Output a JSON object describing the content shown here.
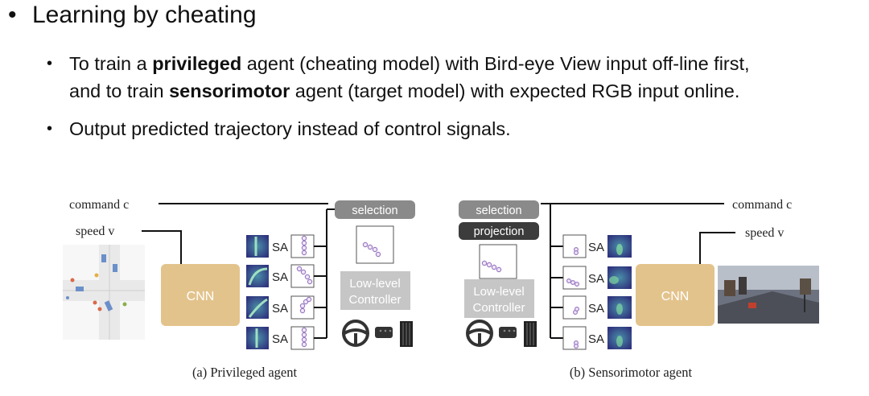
{
  "bullets": {
    "main": "Learning by cheating",
    "sub1": {
      "pre": "To train a ",
      "bold1": "privileged",
      "mid1": " agent (cheating model) with Bird-eye View input off-line first,",
      "line2_pre": "and to train ",
      "bold2": "sensorimotor",
      "line2_post": " agent (target model) with expected RGB input online."
    },
    "sub2": "Output predicted trajectory instead of control signals."
  },
  "diagram": {
    "left": {
      "command": "command c",
      "speed": "speed v",
      "cnn": "CNN",
      "sa": [
        "SA",
        "SA",
        "SA",
        "SA"
      ],
      "selection": "selection",
      "controller_line1": "Low-level",
      "controller_line2": "Controller",
      "caption": "(a) Privileged agent"
    },
    "right": {
      "command": "command c",
      "speed": "speed v",
      "cnn": "CNN",
      "sa": [
        "SA",
        "SA",
        "SA",
        "SA"
      ],
      "selection": "selection",
      "projection": "projection",
      "controller_line1": "Low-level",
      "controller_line2": "Controller",
      "caption": "(b) Sensorimotor agent"
    },
    "colors": {
      "cnn": "#e3c38c",
      "pill_dark": "#8a8a8a",
      "pill_black": "#3c3c3c",
      "controller": "#c6c6c6",
      "heatmap": "#3a3f88",
      "waypoint": "#9b7bc2"
    }
  }
}
